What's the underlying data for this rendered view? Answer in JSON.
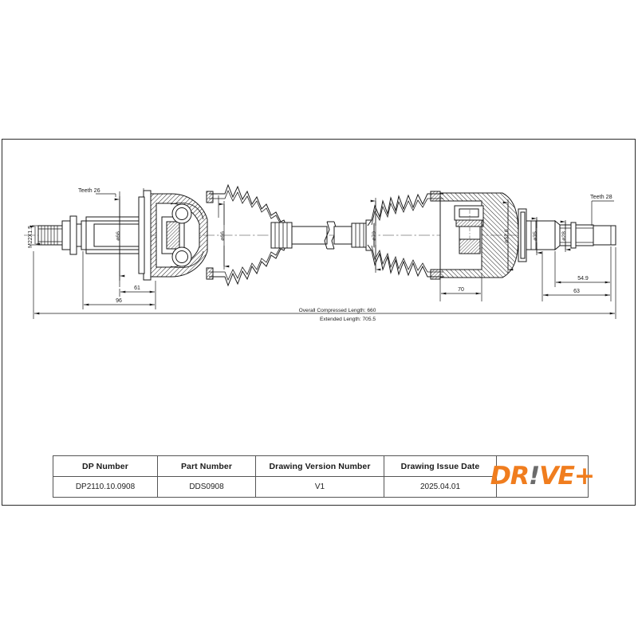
{
  "document": {
    "type": "technical-drawing",
    "subject": "CV joint drive shaft assembly"
  },
  "drawing": {
    "annotations": {
      "left_teeth": "Teeth 26",
      "left_thread": "M22X1.5",
      "left_shaft_dia": "ø66",
      "mid_shaft_dia": "ø66",
      "right_boot_dia": "ø79",
      "right_housing_dia": "ø52.6",
      "right_stub_dia": "ø35",
      "right_spline_dia": "ø28",
      "right_teeth": "Teeth 28"
    },
    "dimensions": {
      "left_61": "61",
      "left_96": "96",
      "mid_70": "70",
      "right_54_9": "54.9",
      "right_63": "63",
      "overall_compressed": "Overall  Compressed  Length: 660",
      "extended": "Extended  Length: 705.5"
    }
  },
  "titleblock": {
    "headers": [
      "DP Number",
      "Part Number",
      "Drawing Version Number",
      "Drawing Issue Date"
    ],
    "values": [
      "DP2110.10.0908",
      "DDS0908",
      "V1",
      "2025.04.01"
    ],
    "logo": {
      "part1": "DR",
      "bang": "!",
      "part2": "VE+",
      "color": "#F07D1E",
      "bang_color": "#6B6B6B"
    }
  }
}
